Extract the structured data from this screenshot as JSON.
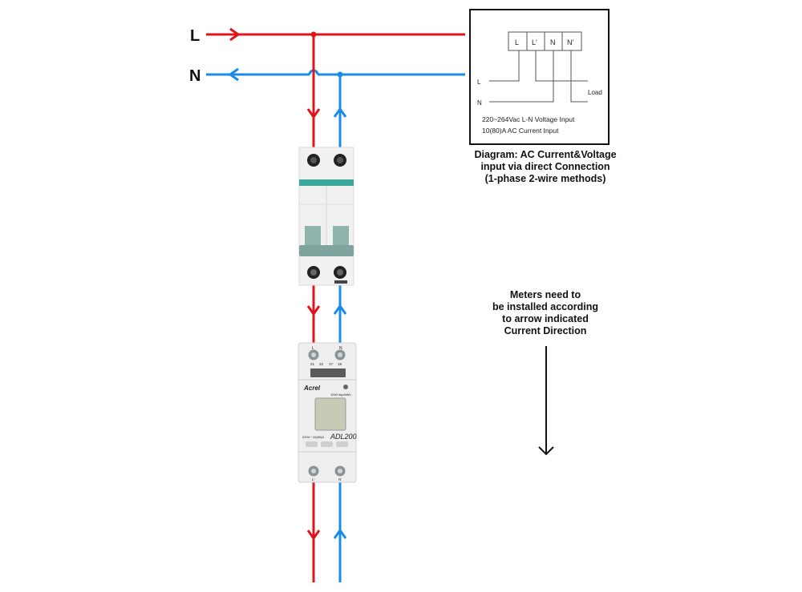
{
  "title": "AC meter 1-phase 2-wire direct connection wiring",
  "line_labels": {
    "live": "L",
    "neutral": "N"
  },
  "colors": {
    "live": "#e0141c",
    "neutral": "#1a8ce6",
    "ink": "#111111",
    "breaker_accent": "#3aa89e",
    "breaker_handle": "#8fb3ad",
    "device_body": "#eeeeee",
    "lcd": "#c7cbb6"
  },
  "inset_diagram": {
    "terminals": [
      "L",
      "L'",
      "N",
      "N'"
    ],
    "side_labels": {
      "live": "L",
      "neutral": "N",
      "load": "Load"
    },
    "spec_lines": [
      "220~264Vac L-N Voltage Input",
      "10(80)A AC Current Input"
    ]
  },
  "inset_caption": [
    "Diagram: AC Current&Voltage",
    "input via direct Connection",
    "(1-phase 2-wire methods)"
  ],
  "direction_note": [
    "Meters need to",
    "be installed according",
    "to arrow indicated",
    "Current Direction"
  ],
  "meter": {
    "brand": "Acrel",
    "model": "ADL200",
    "rating": "220V~ 10(80)A",
    "imp": "1000 imp/kWh",
    "top_terminals": [
      "L",
      "N"
    ],
    "terminal_numbers": [
      "21",
      "22",
      "17",
      "18"
    ],
    "bottom_terminals": [
      "L'",
      "N'"
    ]
  }
}
